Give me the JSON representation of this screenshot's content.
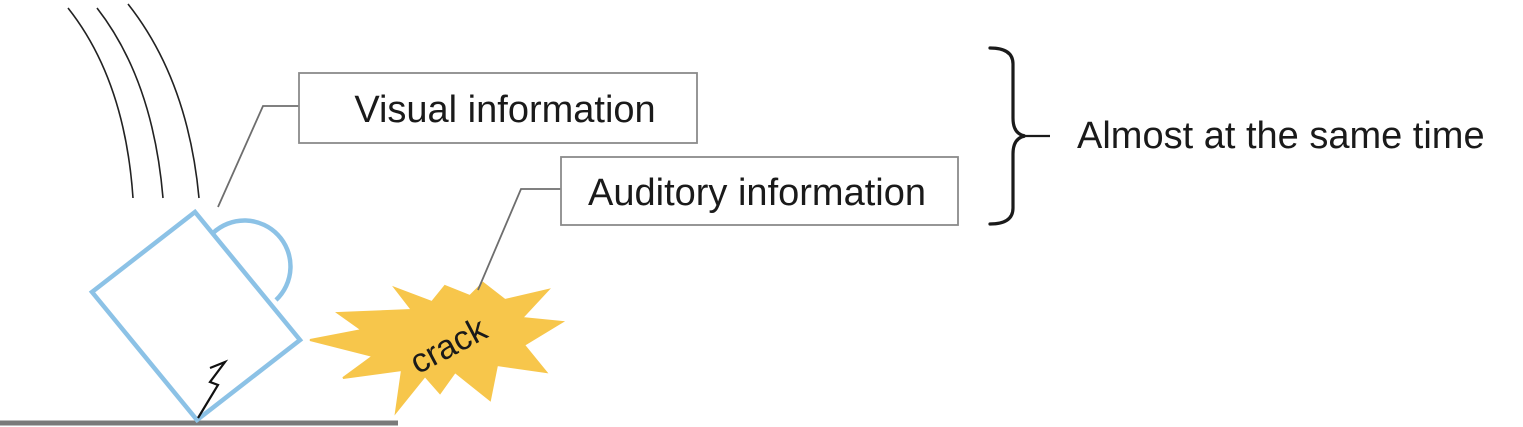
{
  "labels": {
    "visual": "Visual information",
    "auditory": "Auditory information",
    "timing": "Almost at the same time",
    "sound": "crack"
  },
  "colors": {
    "cup_outline": "#8cc2e6",
    "burst_fill": "#f7c64b",
    "line": "#6e6e6e",
    "floor": "#7a7a7a",
    "text": "#1a1a1a",
    "box_border": "#8a8a8a"
  }
}
